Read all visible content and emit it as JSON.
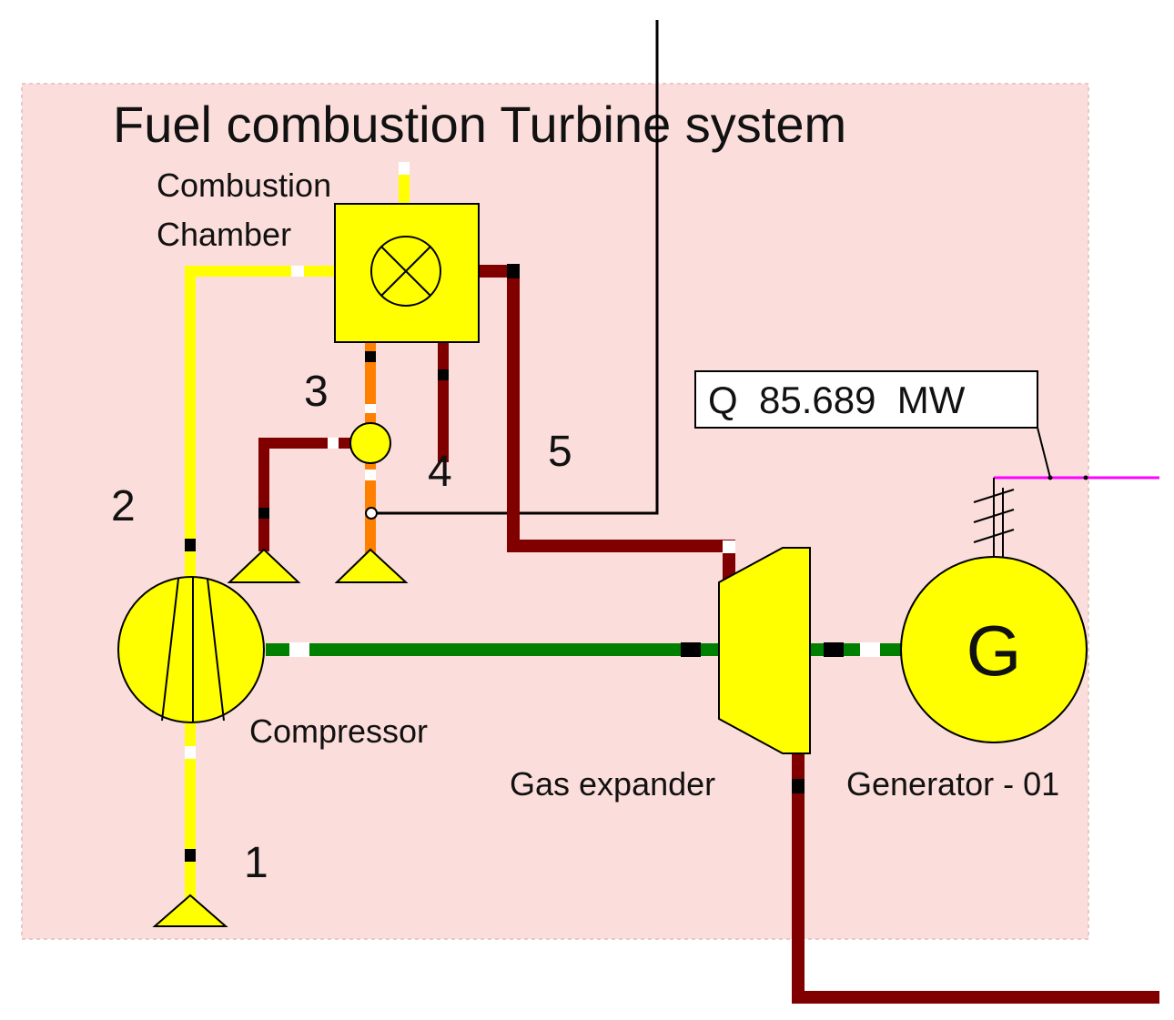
{
  "diagram": {
    "title": "Fuel combustion Turbine system",
    "components": {
      "combustion_chamber": {
        "label_line1": "Combustion",
        "label_line2": "Chamber"
      },
      "compressor": {
        "label": "Compressor"
      },
      "gas_expander": {
        "label": "Gas expander"
      },
      "generator": {
        "label": "Generator - 01",
        "symbol": "G"
      }
    },
    "streams": [
      "1",
      "2",
      "3",
      "4",
      "5"
    ],
    "readout": {
      "text": "Q  85.689  MW"
    }
  },
  "colors": {
    "system_background": "#fbdedb",
    "component_fill": "#ffff00",
    "air_line": "#ffff00",
    "fuel_line": "#ff8000",
    "flue_gas_line": "#800000",
    "shaft_line": "#008000",
    "power_line": "#ff00ff",
    "signal_line": "#000000"
  },
  "icons": [
    "combustion-chamber-icon",
    "compressor-icon",
    "gas-expander-icon",
    "generator-icon",
    "source-triangle-icon",
    "mixer-icon",
    "ground-icon"
  ]
}
